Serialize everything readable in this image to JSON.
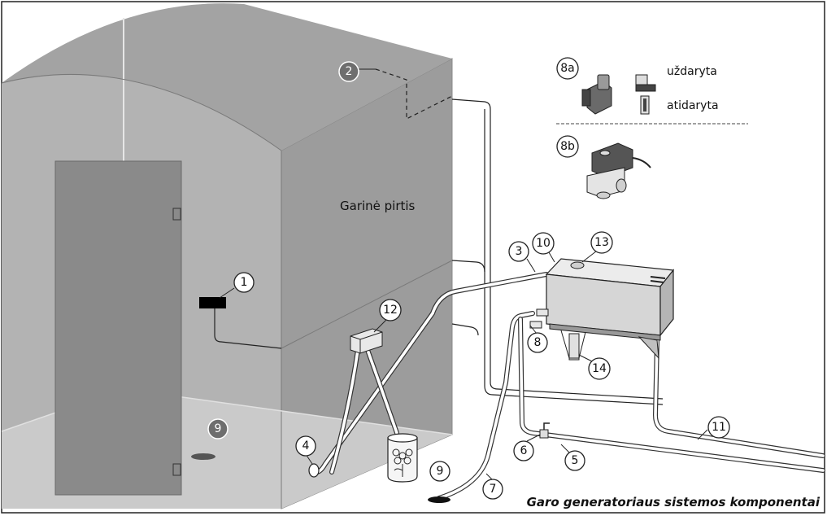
{
  "room_label": "Garinė pirtis",
  "caption": "Garo generatoriaus sistemos komponentai",
  "legend": {
    "closed_label": "uždaryta",
    "open_label": "atidaryta"
  },
  "callouts": {
    "c1": "1",
    "c2": "2",
    "c3": "3",
    "c4": "4",
    "c5": "5",
    "c6": "6",
    "c7": "7",
    "c8": "8",
    "c8a": "8a",
    "c8b": "8b",
    "c9a": "9",
    "c9b": "9",
    "c10": "10",
    "c11": "11",
    "c12": "12",
    "c13": "13",
    "c14": "14"
  },
  "colors": {
    "room_wall": "#a9a9a9",
    "room_side": "#9a9a9a",
    "room_front": "#c8c8c8",
    "generator_body": "#d9d9d9",
    "outline": "#222222"
  }
}
